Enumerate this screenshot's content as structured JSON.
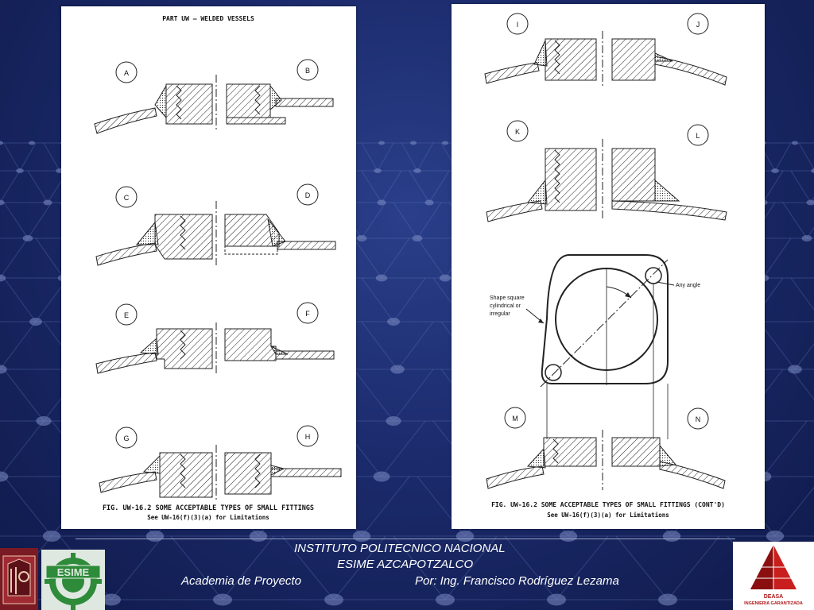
{
  "slide": {
    "footer": {
      "institution": "INSTITUTO POLITECNICO NACIONAL",
      "school": "ESIME AZCAPOTZALCO",
      "academy": "Academia de Proyecto",
      "author": "Por: Ing. Francisco Rodríguez Lezama"
    },
    "logos": {
      "left_1": "ipn-logo",
      "left_2": "esime-logo",
      "right": {
        "name": "DEASA",
        "tagline": "INGENIERIA GARANTIZADA"
      }
    },
    "colors": {
      "background": "#1b2a6b",
      "panel": "#ffffff",
      "accent_red": "#b01818",
      "esime_green": "#2e8b3a"
    }
  },
  "figure_left": {
    "header": "PART UW — WELDED VESSELS",
    "labels": [
      "A",
      "B",
      "C",
      "D",
      "E",
      "F",
      "G",
      "H"
    ],
    "caption": "FIG. UW-16.2  SOME ACCEPTABLE TYPES OF SMALL FITTINGS",
    "caption_sub": "See UW-16(f)(3)(a) for Limitations"
  },
  "figure_right": {
    "labels": [
      "I",
      "J",
      "K",
      "L",
      "M",
      "N"
    ],
    "annotation_angle": "Any angle",
    "annotation_shape": [
      "Shape square",
      "cylindrical or",
      "irregular"
    ],
    "caption": "FIG. UW-16.2  SOME ACCEPTABLE TYPES OF SMALL FITTINGS (CONT'D)",
    "caption_sub": "See UW-16(f)(3)(a) for Limitations"
  }
}
